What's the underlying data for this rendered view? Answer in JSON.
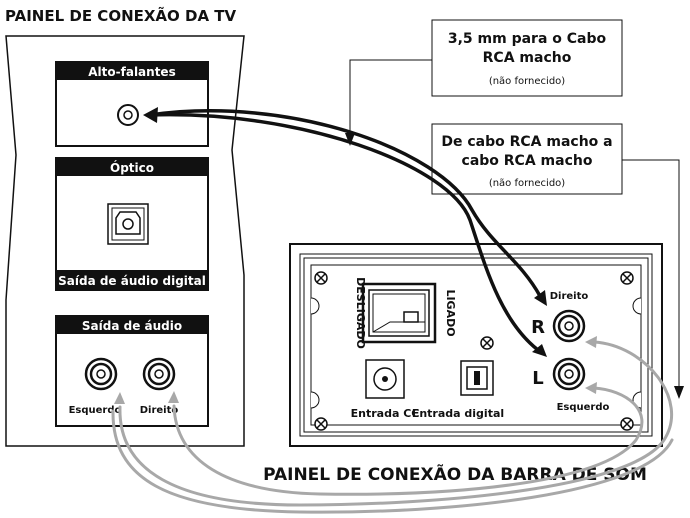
{
  "tv_panel": {
    "title": "PAINEL DE CONEXÃO DA TV",
    "speakers": {
      "header": "Alto-falantes"
    },
    "optical": {
      "header": "Óptico",
      "footer": "Saída de áudio digital"
    },
    "audio_out": {
      "header": "Saída de áudio",
      "left_label": "Esquerdo",
      "right_label": "Direito"
    }
  },
  "callouts": {
    "rca_35mm": {
      "line1": "3,5 mm para o Cabo",
      "line2": "RCA macho",
      "note": "(não fornecido)"
    },
    "rca_rca": {
      "line1": "De cabo RCA macho a",
      "line2": "cabo RCA macho",
      "note": "(não fornecido)"
    }
  },
  "soundbar_panel": {
    "title": "PAINEL DE CONEXÃO DA BARRA DE SOM",
    "switch_off": "DESLIGADO",
    "switch_on": "LIGADO",
    "dc_in": "Entrada CC",
    "digital_in": "Entrada digital",
    "r_letter": "R",
    "l_letter": "L",
    "right_label": "Direito",
    "left_label": "Esquerdo"
  },
  "colors": {
    "ink": "#111111",
    "cable_gray": "#a8a8a8",
    "panel_bg": "#ffffff"
  }
}
